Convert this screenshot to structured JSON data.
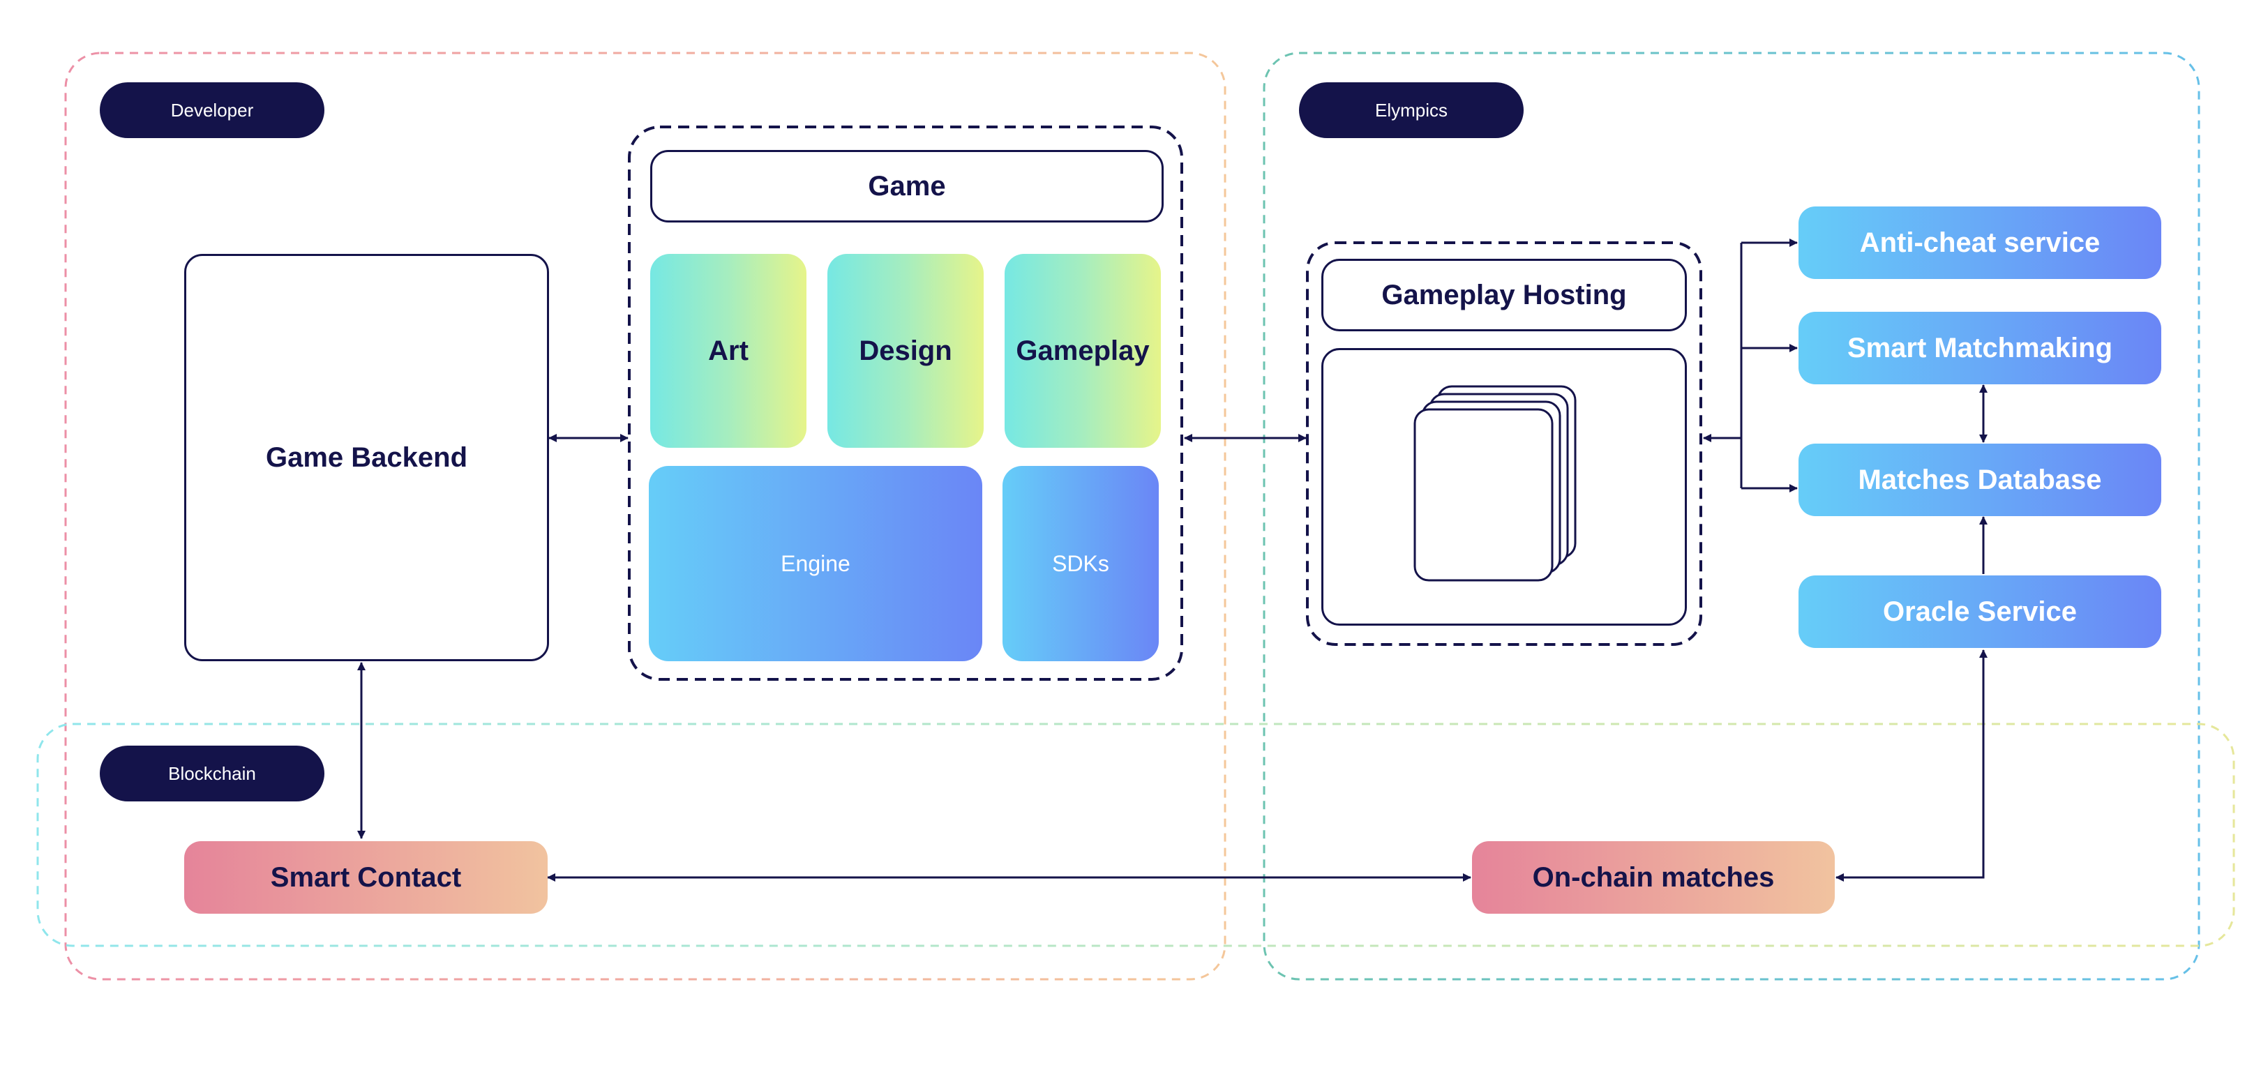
{
  "regions": {
    "developer": "Developer",
    "elympics": "Elympics",
    "blockchain": "Blockchain"
  },
  "nodes": {
    "game_backend": "Game Backend",
    "game": "Game",
    "art": "Art",
    "design": "Design",
    "gameplay": "Gameplay",
    "engine": "Engine",
    "sdks": "SDKs",
    "gameplay_hosting": "Gameplay Hosting",
    "anti_cheat": "Anti-cheat service",
    "smart_matchmaking": "Smart Matchmaking",
    "matches_database": "Matches Database",
    "oracle_service": "Oracle Service",
    "smart_contact": "Smart Contact",
    "onchain_matches": "On-chain matches"
  },
  "colors": {
    "navy": "#14134a",
    "developer_border_start": "#ec8fa6",
    "developer_border_end": "#f4c79a",
    "elympics_border_start": "#6cc3b0",
    "elympics_border_end": "#66c0e8",
    "blockchain_border_start": "#8fe6ec",
    "blockchain_border_end": "#e6e79a",
    "blue_gradient_start": "#66cdf8",
    "blue_gradient_end": "#6a86f6",
    "green_gradient_start": "#76e8e3",
    "green_gradient_end": "#e6f48a",
    "pink_gradient_start": "#e5849a",
    "pink_gradient_end": "#f1c39f"
  }
}
